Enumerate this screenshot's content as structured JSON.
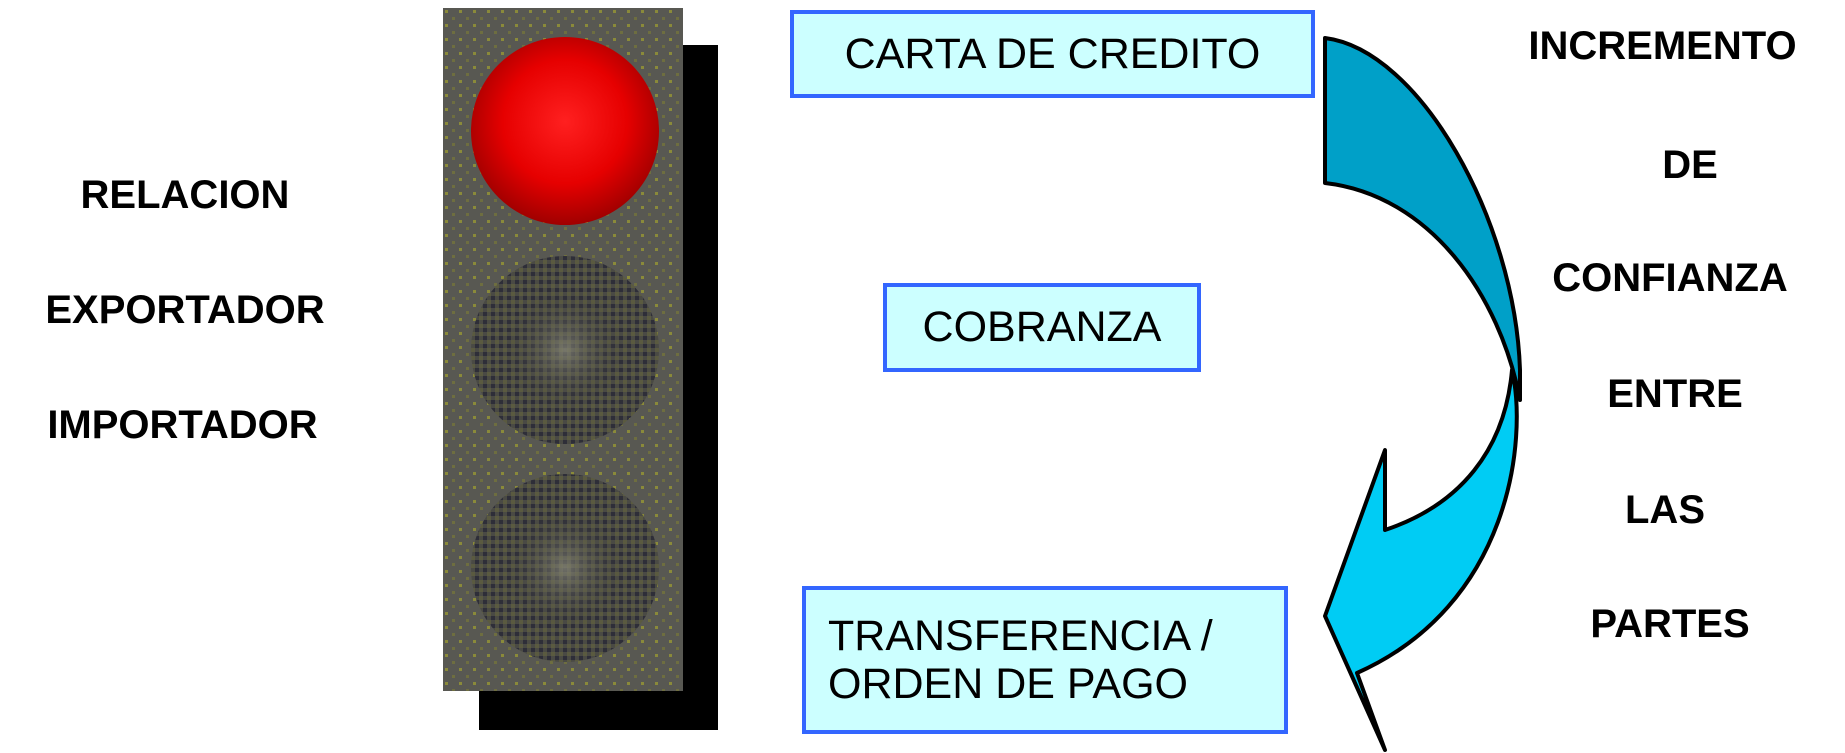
{
  "left_labels": [
    "RELACION",
    "EXPORTADOR",
    "IMPORTADOR"
  ],
  "right_labels": [
    "INCREMENTO",
    "DE",
    "CONFIANZA",
    "ENTRE",
    "LAS",
    "PARTES"
  ],
  "boxes": {
    "carta": "CARTA DE CREDITO",
    "cobranza": "COBRANZA",
    "transferencia_line1": "TRANSFERENCIA /",
    "transferencia_line2": "ORDEN DE PAGO"
  },
  "traffic_light": {
    "active": "red",
    "colors": {
      "red": "#ee0000",
      "off": "#4a4a44",
      "housing": "#585852",
      "shadow": "#000000"
    }
  },
  "arrow": {
    "colors": {
      "upper": "#00a0c8",
      "lower": "#00ccf4",
      "stroke": "#000000"
    }
  },
  "box_colors": {
    "fill": "#ccffff",
    "border": "#3366ff"
  }
}
